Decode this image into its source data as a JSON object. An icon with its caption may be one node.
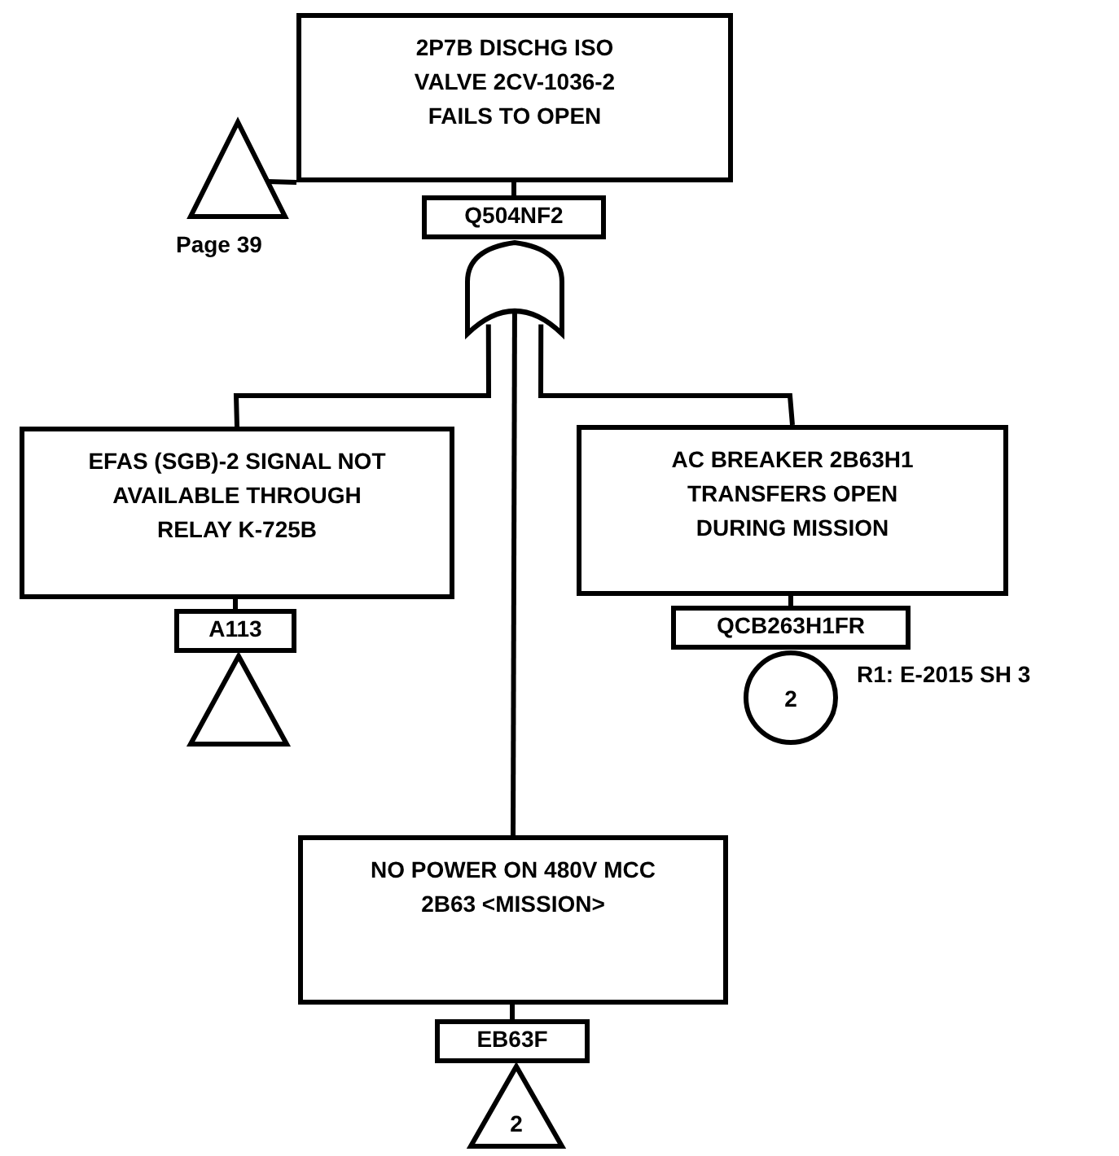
{
  "diagram": {
    "nodes": [
      {
        "text": [
          "2P7B DISCHG ISO VALVE 2CV-1036-2 FAILS TO OPEN"
        ]
      },
      {
        "text": [
          "Q504NF2"
        ]
      },
      {
        "text": [],
        "shape": "triangle",
        "beside": [
          "Page 39"
        ]
      },
      {
        "text": [],
        "shape": "gate"
      },
      {
        "text": [
          "EFAS (SGB)-2 SIGNAL NOT AVAILABLE THROUGH RELAY K-725B"
        ]
      },
      {
        "text": [
          "A113"
        ]
      },
      {
        "text": [],
        "shape": "triangle"
      },
      {
        "text": [
          "AC BREAKER 2B63H1 TRANSFERS OPEN DURING MISSION"
        ]
      },
      {
        "text": [
          "QCB263H1FR"
        ]
      },
      {
        "text": [
          "2"
        ],
        "beside": [
          "R1: E-2015 SH 3"
        ]
      },
      {
        "text": [
          "NO POWER ON 480V MCC 2B63 <MISSION>"
        ]
      },
      {
        "text": [
          "EB63F"
        ]
      },
      {
        "text": [
          "2"
        ]
      }
    ],
    "edges": [
      {
        "from": 0,
        "to": 2,
        "arrow": "none"
      },
      {
        "from": 0,
        "to": 1,
        "arrow": "none"
      },
      {
        "from": 3,
        "to": 4,
        "arrow": "none"
      },
      {
        "from": 3,
        "to": 7,
        "arrow": "none"
      },
      {
        "from": 3,
        "to": 10,
        "arrow": "none"
      },
      {
        "from": 4,
        "to": 5,
        "arrow": "none"
      },
      {
        "from": 7,
        "to": 8,
        "arrow": "none"
      },
      {
        "from": 10,
        "to": 11,
        "arrow": "none"
      }
    ]
  }
}
